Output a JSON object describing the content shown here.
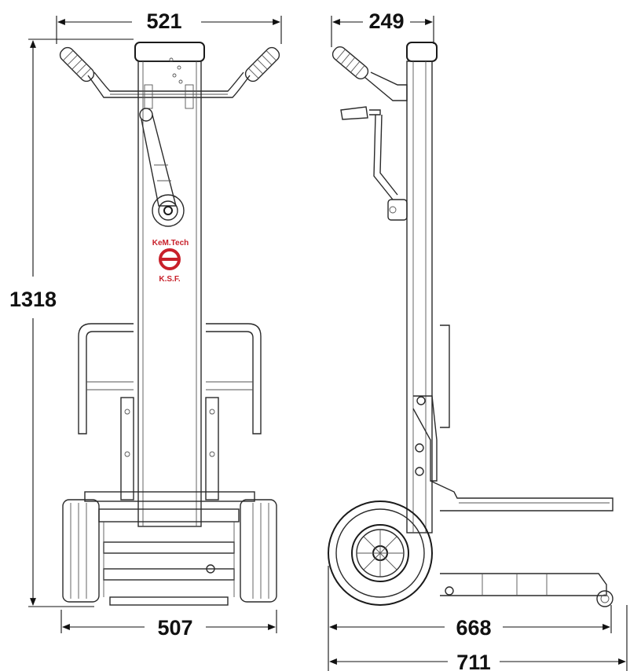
{
  "dimensions": {
    "front_width_top": "521",
    "side_depth_top": "249",
    "total_height": "1318",
    "front_width_bottom": "507",
    "side_length": "668",
    "side_total_length": "711"
  },
  "logo": {
    "brand": "KeM.Tech",
    "sub": "K.S.F.",
    "color": "#c8202a"
  },
  "colors": {
    "line": "#2a2a2a",
    "logo": "#c8202a"
  }
}
